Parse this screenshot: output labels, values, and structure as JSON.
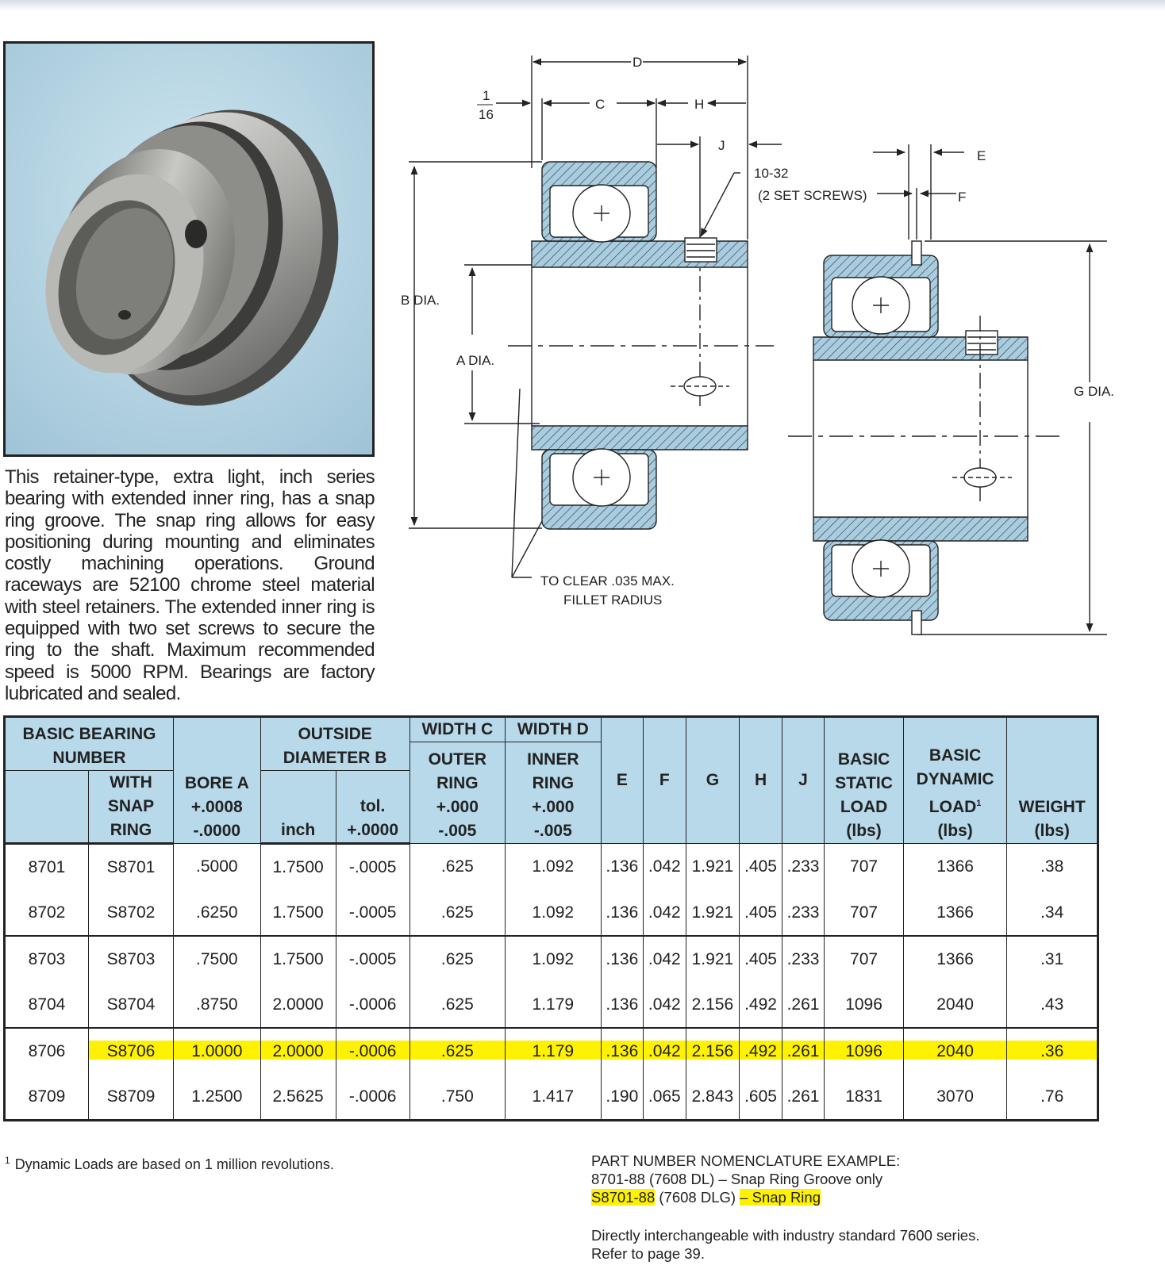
{
  "description": "This retainer-type, extra light, inch series bearing with extended inner ring, has a snap ring groove. The snap ring allows for easy positioning during mounting and eliminates costly machining operations. Ground raceways are 52100 chrome steel material with steel retainers. The extended inner ring is equipped with two set screws to secure the ring to the shaft. Maximum recommended speed is 5000 RPM. Bearings are factory lubricated and sealed.",
  "diagram": {
    "labels": {
      "d": "D",
      "c": "C",
      "h": "H",
      "j": "J",
      "e": "E",
      "f": "F",
      "frac_num": "1",
      "frac_den": "16",
      "screw_1": "10-32",
      "screw_2": "(2 SET SCREWS)",
      "b_dia": "B DIA.",
      "a_dia": "A DIA.",
      "g_dia": "G DIA.",
      "clear_1": "TO CLEAR .035 MAX.",
      "clear_2": "FILLET RADIUS"
    },
    "colors": {
      "section_fill": "#a8cde0",
      "line": "#222222"
    }
  },
  "table": {
    "headers": {
      "basic_bearing": "BASIC BEARING NUMBER",
      "with_snap": [
        "WITH",
        "SNAP",
        "RING"
      ],
      "bore": [
        "BORE A",
        "+.0008",
        "-.0000"
      ],
      "outside": "OUTSIDE DIAMETER B",
      "inch": "inch",
      "tol": [
        "tol.",
        "+.0000"
      ],
      "width_c": "WIDTH C",
      "outer_ring": [
        "OUTER",
        "RING",
        "+.000",
        "-.005"
      ],
      "width_d": "WIDTH D",
      "inner_ring": [
        "INNER",
        "RING",
        "+.000",
        "-.005"
      ],
      "e": "E",
      "f": "F",
      "g": "G",
      "h": "H",
      "j": "J",
      "static": [
        "BASIC",
        "STATIC",
        "LOAD",
        "(lbs)"
      ],
      "dynamic": [
        "BASIC",
        "DYNAMIC",
        "LOAD",
        "(lbs)"
      ],
      "dynamic_sup": "1",
      "weight": [
        "WEIGHT",
        "(lbs)"
      ]
    },
    "rows": [
      [
        "8701",
        "S8701",
        ".5000",
        "1.7500",
        "-.0005",
        ".625",
        "1.092",
        ".136",
        ".042",
        "1.921",
        ".405",
        ".233",
        "707",
        "1366",
        ".38"
      ],
      [
        "8702",
        "S8702",
        ".6250",
        "1.7500",
        "-.0005",
        ".625",
        "1.092",
        ".136",
        ".042",
        "1.921",
        ".405",
        ".233",
        "707",
        "1366",
        ".34"
      ],
      [
        "8703",
        "S8703",
        ".7500",
        "1.7500",
        "-.0005",
        ".625",
        "1.092",
        ".136",
        ".042",
        "1.921",
        ".405",
        ".233",
        "707",
        "1366",
        ".31"
      ],
      [
        "8704",
        "S8704",
        ".8750",
        "2.0000",
        "-.0006",
        ".625",
        "1.179",
        ".136",
        ".042",
        "2.156",
        ".492",
        ".261",
        "1096",
        "2040",
        ".43"
      ],
      [
        "8706",
        "S8706",
        "1.0000",
        "2.0000",
        "-.0006",
        ".625",
        "1.179",
        ".136",
        ".042",
        "2.156",
        ".492",
        ".261",
        "1096",
        "2040",
        ".36"
      ],
      [
        "8709",
        "S8709",
        "1.2500",
        "2.5625",
        "-.0006",
        ".750",
        "1.417",
        ".190",
        ".065",
        "2.843",
        ".605",
        ".261",
        "1831",
        "3070",
        ".76"
      ]
    ],
    "highlight_color": "#fff200"
  },
  "footnote": {
    "mark": "1",
    "text": "Dynamic Loads are based on 1 million revolutions."
  },
  "nomenclature": {
    "title": "PART NUMBER NOMENCLATURE EXAMPLE:",
    "line1": "8701-88 (7608 DL) –  Snap Ring Groove only",
    "line2_part": "S8701-88",
    "line2_mid": " (7608 DLG) ",
    "line2_end": "– Snap Ring"
  },
  "interchange": {
    "line1": "Directly interchangeable with industry standard 7600 series.",
    "line2": "Refer to page 39."
  }
}
